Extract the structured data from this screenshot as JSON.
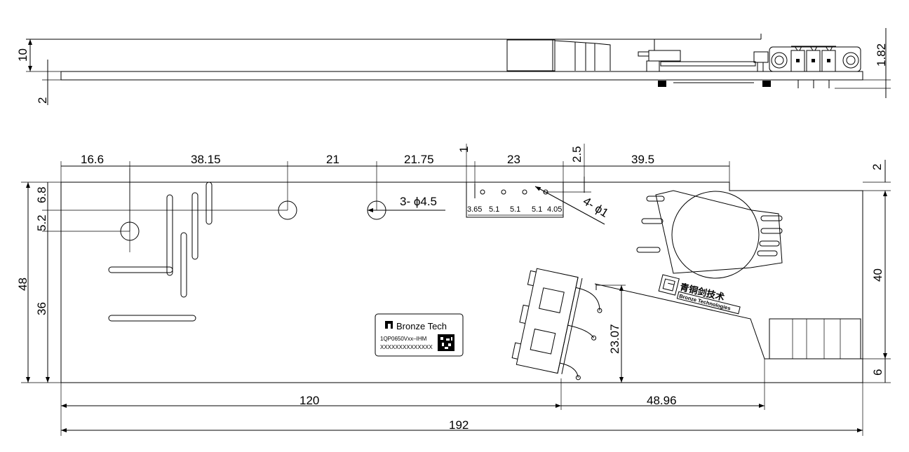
{
  "side_view": {
    "dims": {
      "height": "10",
      "board": "2",
      "pin": "1.82"
    }
  },
  "top_view": {
    "top_dims": [
      "16.6",
      "38.15",
      "21",
      "21.75",
      "23",
      "39.5"
    ],
    "offset_1": "1",
    "offset_2_5": "2.5",
    "right_top": "2",
    "left_dims": {
      "total": "48",
      "lower": "36",
      "a": "6.8",
      "b": "5.2"
    },
    "right_dims": {
      "mid": "40",
      "bottom": "6"
    },
    "bottom_dims": {
      "left": "120",
      "right": "48.96",
      "total": "192"
    },
    "vertical_23": "23.07",
    "holes_note": "3- ϕ4.5",
    "pins_note": "4- ϕ1",
    "pin_pitch": [
      "3.65",
      "5.1",
      "5.1",
      "5.1",
      "4.05"
    ]
  },
  "label": {
    "brand": "Bronze Tech",
    "model": "1QP0650Vxx–IHM",
    "serial": "XXXXXXXXXXXXXX"
  },
  "logo": {
    "cn": "青铜剑技术",
    "en": "Bronze Technologies"
  }
}
